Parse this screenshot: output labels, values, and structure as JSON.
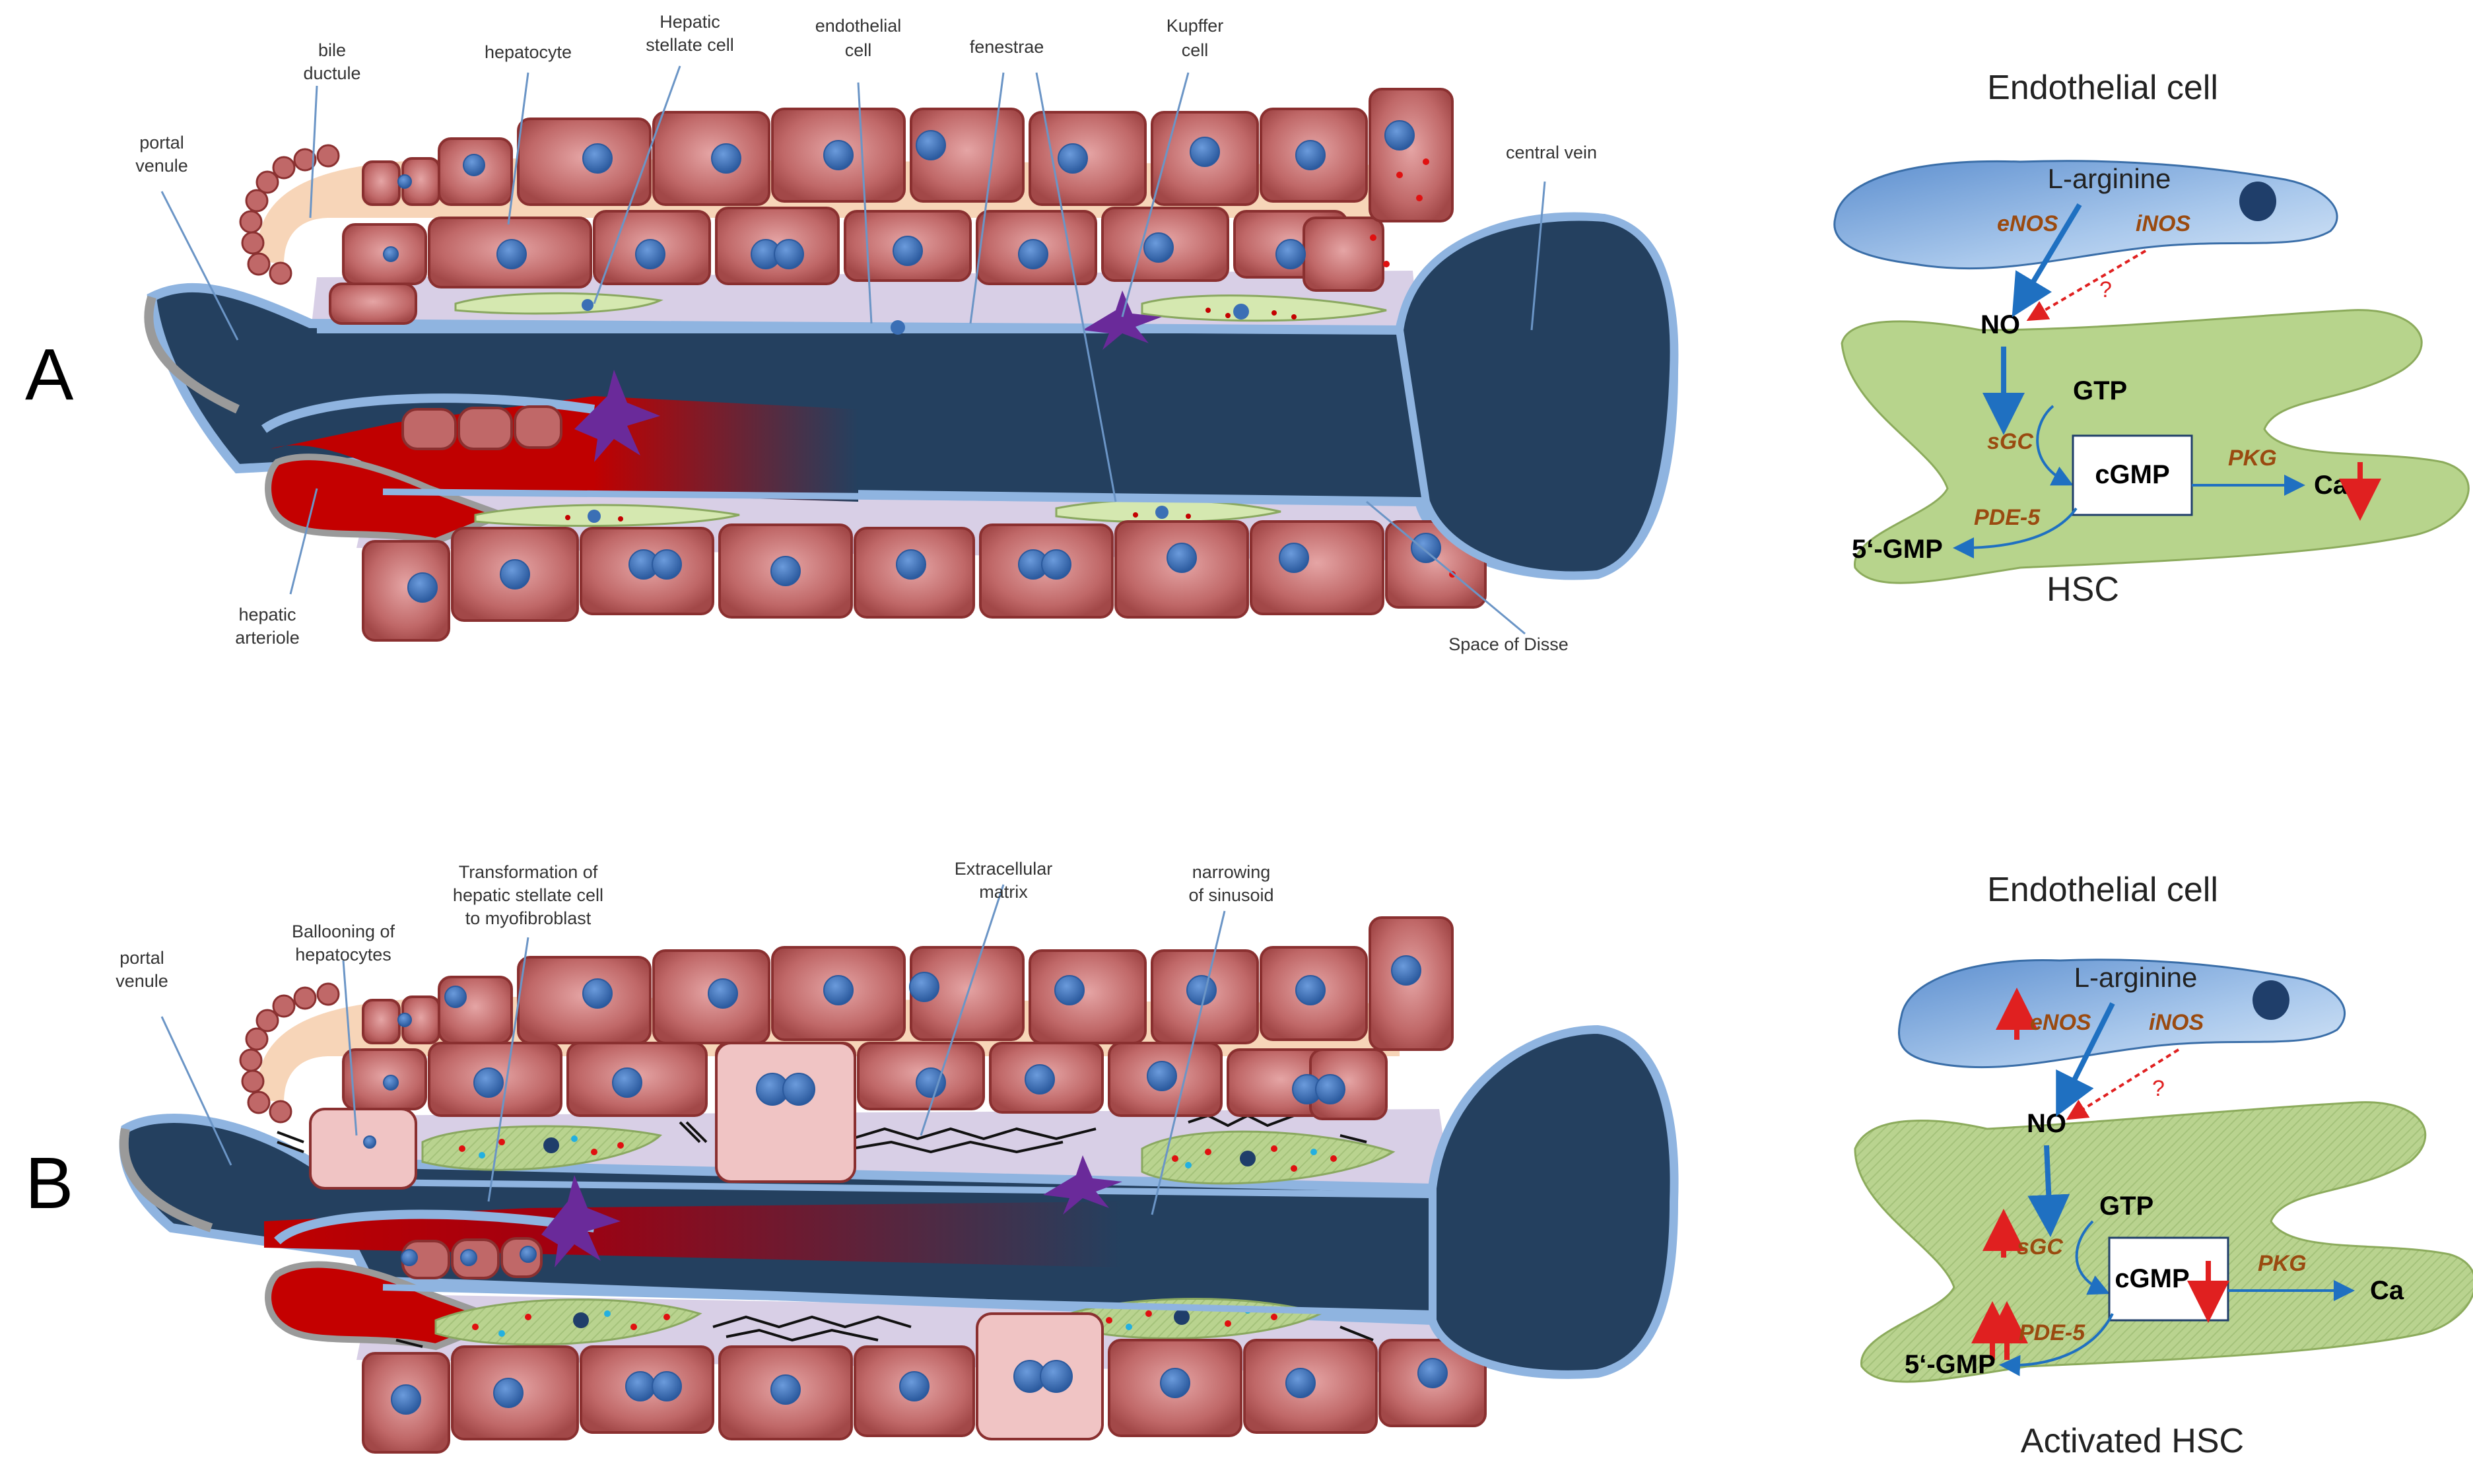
{
  "colors": {
    "hepatocyte": "#b85a5a",
    "hepatocyte_dark": "#8a3030",
    "nucleus": "#3b6fb5",
    "sinusoid": "#24405f",
    "blood_red": "#c40000",
    "endothelium": "#8fb4e0",
    "disse": "#d8cfe6",
    "bile": "#f7d5b8",
    "hsc": "#d5e8b0",
    "hsc_ec": "#9cc3e8",
    "hsc_cell": "#b7d48c",
    "arrow_blue": "#1f70c1",
    "arrow_red": "#e02020",
    "kupffer": "#6a2a9a"
  },
  "panelA": {
    "letter": "A",
    "labels": {
      "portal_venule": [
        "portal",
        "venule"
      ],
      "bile_ductule": [
        "bile",
        "ductule"
      ],
      "hepatocyte": "hepatocyte",
      "hepatic_stellate_cell": [
        "Hepatic",
        "stellate cell"
      ],
      "endothelial_cell": [
        "endothelial",
        "cell"
      ],
      "fenestrae": "fenestrae",
      "kupffer_cell": [
        "Kupffer",
        "cell"
      ],
      "central_vein": "central vein",
      "hepatic_arteriole": [
        "hepatic",
        "arteriole"
      ],
      "space_of_disse": "Space of Disse"
    }
  },
  "panelB": {
    "letter": "B",
    "labels": {
      "portal_venule": [
        "portal",
        "venule"
      ],
      "ballooning": [
        "Ballooning of",
        "hepatocytes"
      ],
      "transformation": [
        "Transformation of",
        "hepatic stellate cell",
        "to myofibroblast"
      ],
      "ecm": [
        "Extracellular",
        "matrix"
      ],
      "narrowing": [
        "narrowing",
        "of sinusoid"
      ]
    }
  },
  "pathwayA": {
    "title": "Endothelial cell",
    "l_arginine": "L-arginine",
    "enos": "eNOS",
    "inos": "iNOS",
    "question": "?",
    "no": "NO",
    "gtp": "GTP",
    "sgc": "sGC",
    "cgmp": "cGMP",
    "pkg": "PKG",
    "ca": "Ca",
    "pde5": "PDE-5",
    "gmp5": "5‘-GMP",
    "cell_label": "HSC"
  },
  "pathwayB": {
    "title": "Endothelial cell",
    "l_arginine": "L-arginine",
    "enos": "eNOS",
    "inos": "iNOS",
    "question": "?",
    "no": "NO",
    "gtp": "GTP",
    "sgc": "sGC",
    "cgmp": "cGMP",
    "pkg": "PKG",
    "ca": "Ca",
    "pde5": "PDE-5",
    "gmp5": "5‘-GMP",
    "cell_label": "Activated HSC"
  }
}
